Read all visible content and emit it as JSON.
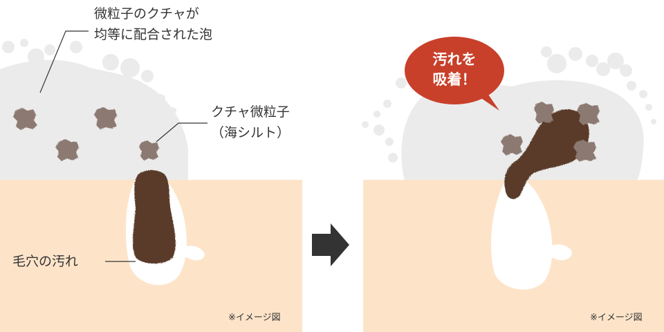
{
  "labels": {
    "foam_line1": "微粒子のクチャが",
    "foam_line2": "均等に配合された泡",
    "particle_line1": "クチャ微粒子",
    "particle_line2": "（海シルト）",
    "pore_dirt": "毛穴の汚れ"
  },
  "bubble": {
    "line1": "汚れを",
    "line2": "吸着！"
  },
  "notes": {
    "left": "※イメージ図",
    "right": "※イメージ図"
  },
  "colors": {
    "skin": "#fde4c9",
    "foam": "#ebebeb",
    "dirt": "#5a3a2a",
    "particle": "#8c7a72",
    "bubble": "#c8402a",
    "arrow": "#333333"
  }
}
